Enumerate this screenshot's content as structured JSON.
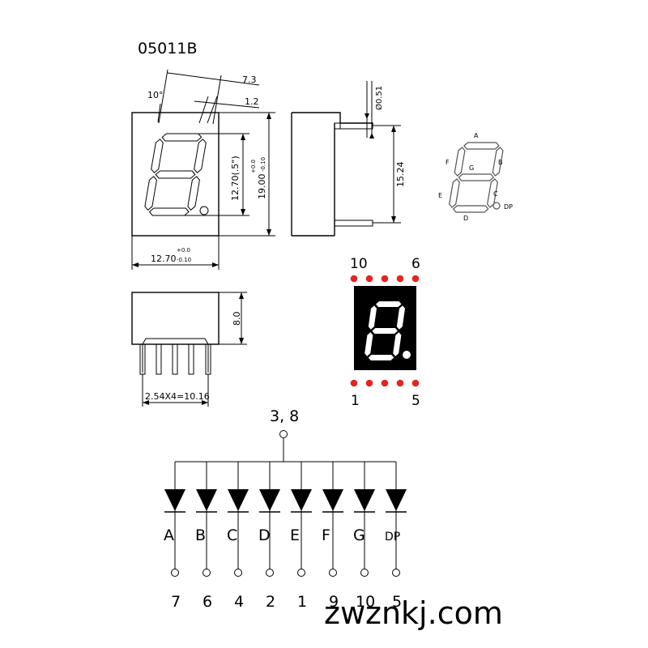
{
  "part_number": "05011B",
  "dimensions": {
    "angle": "10°",
    "width_top": "7.3",
    "segment_width": "1.2",
    "digit_height": "12.70(.5\")",
    "body_height_value": "19.00",
    "body_height_tol_plus": "+0.0",
    "body_height_tol_minus": "-0.10",
    "body_width_value": "12.70",
    "body_width_tol_plus": "+0.0",
    "body_width_tol_minus": "-0.10",
    "pin_diameter": "Ø0.51",
    "side_height": "15.24",
    "body_depth": "8.0",
    "pin_pitch": "2.54X4=10.16"
  },
  "segment_legend": {
    "A": "A",
    "B": "B",
    "C": "C",
    "D": "D",
    "E": "E",
    "F": "F",
    "G": "G",
    "DP": "DP"
  },
  "pinout": {
    "top_left": "10",
    "top_right": "6",
    "bottom_left": "1",
    "bottom_right": "5",
    "pin_color": "#e52421",
    "body_color": "#000000"
  },
  "schematic": {
    "common_label": "3, 8",
    "segments": [
      "A",
      "B",
      "C",
      "D",
      "E",
      "F",
      "G",
      "DP"
    ],
    "pins": [
      "7",
      "6",
      "4",
      "2",
      "1",
      "9",
      "10",
      "5"
    ]
  },
  "watermark": "zwznkj.com"
}
